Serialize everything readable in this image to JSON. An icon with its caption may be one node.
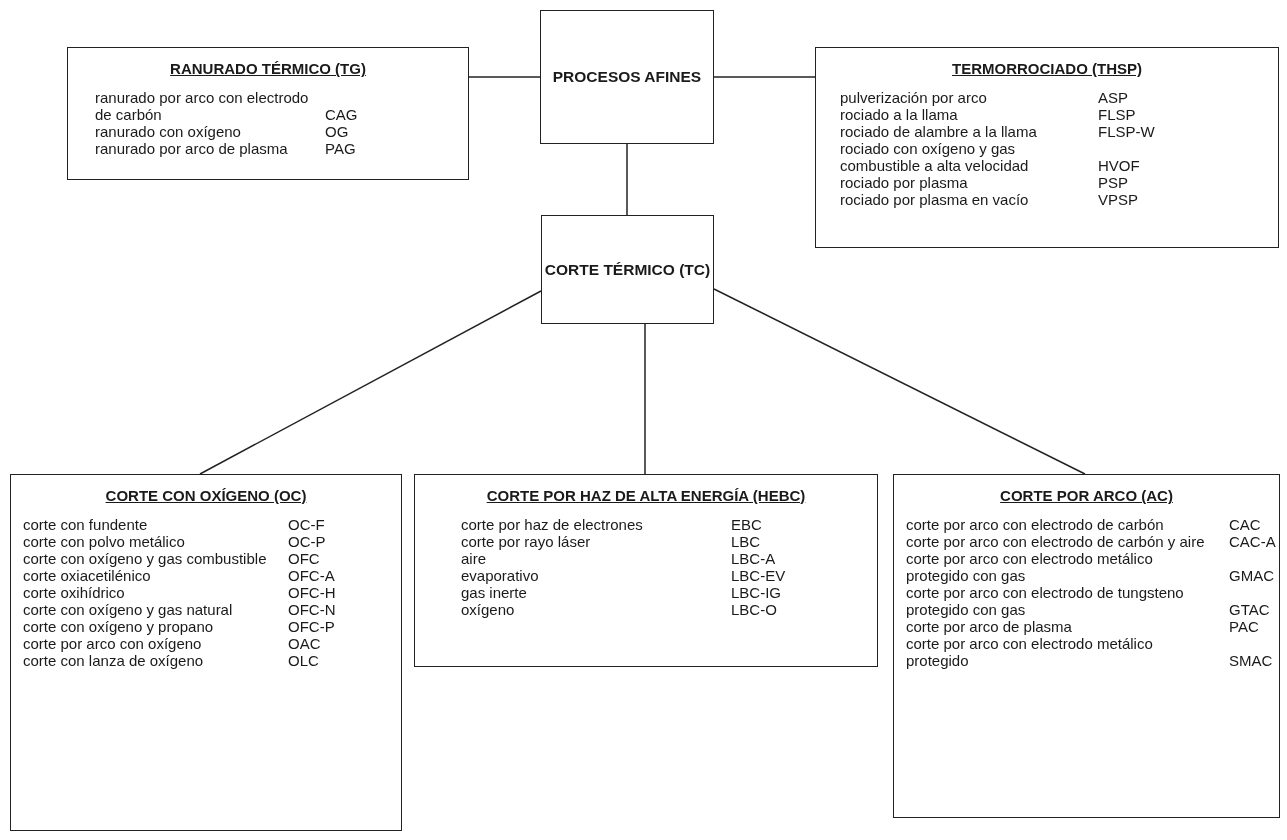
{
  "diagram": {
    "nodes": [
      {
        "text": [
          "RANURADO TÉRMICO (TG)",
          "ranurado por arco con electrodo de carbón",
          "CAG",
          "ranurado con oxígeno",
          "OG",
          "ranurado por arco de plasma",
          "PAG"
        ]
      },
      {
        "text": [
          "PROCESOS AFINES"
        ]
      },
      {
        "text": [
          "TERMORROCIADO (THSP)",
          "pulverización por arco",
          "ASP",
          "rociado a la llama",
          "FLSP",
          "rociado de alambre a la llama",
          "FLSP-W",
          "rociado con oxígeno y gas combustible a alta velocidad",
          "HVOF",
          "rociado por plasma",
          "PSP",
          "rociado por plasma en vacío",
          "VPSP"
        ]
      },
      {
        "text": [
          "CORTE TÉRMICO (TC)"
        ]
      },
      {
        "text": [
          "CORTE CON OXÍGENO (OC)",
          "corte con fundente",
          "OC-F",
          "corte con polvo metálico",
          "OC-P",
          "corte con oxígeno y gas combustible",
          "OFC",
          "corte oxiacetilénico",
          "OFC-A",
          "corte oxihídrico",
          "OFC-H",
          "corte con oxígeno y gas natural",
          "OFC-N",
          "corte con oxígeno y propano",
          "OFC-P",
          "corte por arco con oxígeno",
          "OAC",
          "corte con lanza de oxígeno",
          "OLC"
        ]
      },
      {
        "text": [
          "CORTE POR HAZ DE ALTA ENERGÍA (HEBC)",
          "corte por haz de electrones",
          "EBC",
          "corte por rayo láser",
          "LBC",
          "aire",
          "LBC-A",
          "evaporativo",
          "LBC-EV",
          "gas inerte",
          "LBC-IG",
          "oxígeno",
          "LBC-O"
        ]
      },
      {
        "text": [
          "CORTE POR ARCO (AC)",
          "corte por arco con electrodo de carbón",
          "CAC",
          "corte por arco con electrodo de carbón y aire",
          "CAC-A",
          "corte por arco con electrodo metálico protegido con gas",
          "GMAC",
          "corte por arco con electrodo de tungsteno protegido con gas",
          "GTAC",
          "corte por arco de plasma",
          "PAC",
          "corte por arco con electrodo metálico protegido",
          "SMAC"
        ]
      }
    ],
    "edges": [
      {
        "from": 1,
        "to": 0,
        "arrow": "none"
      },
      {
        "from": 1,
        "to": 2,
        "arrow": "none"
      },
      {
        "from": 1,
        "to": 3,
        "arrow": "none"
      },
      {
        "from": 3,
        "to": 4,
        "arrow": "none"
      },
      {
        "from": 3,
        "to": 5,
        "arrow": "none"
      },
      {
        "from": 3,
        "to": 6,
        "arrow": "none"
      }
    ]
  }
}
